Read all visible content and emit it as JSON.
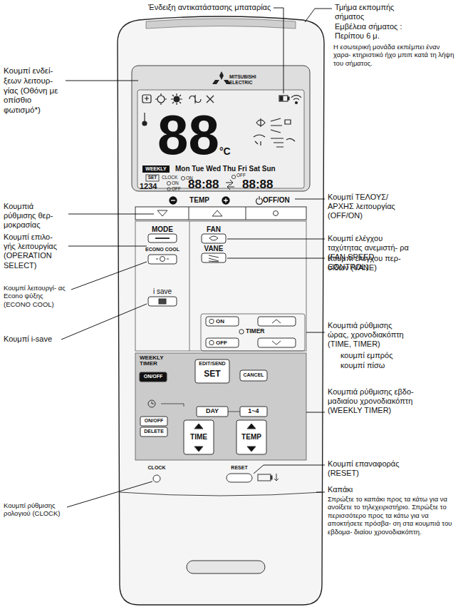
{
  "diagram": {
    "labels": [
      "Ένδειξη αντικατάστασης μπαταρίας",
      "Τμήμα εκπομπής σήματος",
      "Εμβέλεια σήματος : Περίπου 6 μ.",
      "Η εσωτερική μονάδα εκπέμπει έναν χαρα- κτηριστικό ήχο μπιπ κατά τη λήψη του σήματος.",
      "Κουμπί ενδεί- ξεων λειτουρ- γίας (Οθόνη με οπίσθιο φωτισμό*)",
      "Κουμπί ΤΕΛΟΥΣ/ ΑΡΧΗΣ λειτουργίας (OFF/ON)",
      "Κουμπιά ρύθμισης θερ- μοκρασίας",
      "Κουμπί επιλο- γής λειτουργίας (OPERATION SELECT)",
      "Κουμπί ελέγχου ταχύτητας ανεμιστή- ρα (FAN SPEED CONTROL)",
      "Κουμπί λειτουργί- ας Econo ψύξης (ECONO COOL)",
      "Κουμπί ελέγχου περ- σίδων (VANE)",
      "Κουμπί i-save",
      "Κουμπιά ρύθμισης ώρας, χρονοδιακόπτη (TIME, TIMER)",
      "κουμπί εμπρός",
      "κουμπί πίσω",
      "Κουμπιά ρύθμισης εβδο- μαδιαίου χρονοδιακόπτη (WEEKLY TIMER)",
      "Κουμπί επαναφοράς (RESET)",
      "Καπάκι",
      "Σπρώξτε το καπάκι προς τα κάτω για να ανοίξετε το τηλεχειριστήριο. Σπρώξτε το περισσότερο προς τα κάτω για να αποκτήσετε πρόσβα- ση στα κουμπιά του εβδομα- διαίου χρονοδιακόπτη.",
      "Κουμπί ρύθμισης ρολογιού (CLOCK)",
      "MITSUBISHI ELECTRIC",
      "88",
      "°C",
      "WEEKLY",
      "Mon Tue Wed Thu Fri Sat Sun",
      "SET",
      "CLOCK",
      "ON",
      "1234",
      "ON",
      "OFF",
      "88:88",
      "OFF",
      "88:88",
      "TEMP",
      "OFF/ON",
      "MODE",
      "ECONO COOL",
      "FAN",
      "VANE",
      "i save",
      "ON",
      "TIMER",
      "OFF",
      "WEEKLY TIMER",
      "ON/OFF",
      "EDIT/SEND",
      "SET",
      "CANCEL",
      "DAY",
      "1~4",
      "ON/OFF",
      "DELETE",
      "TIME",
      "TEMP",
      "CLOCK",
      "RESET"
    ]
  }
}
